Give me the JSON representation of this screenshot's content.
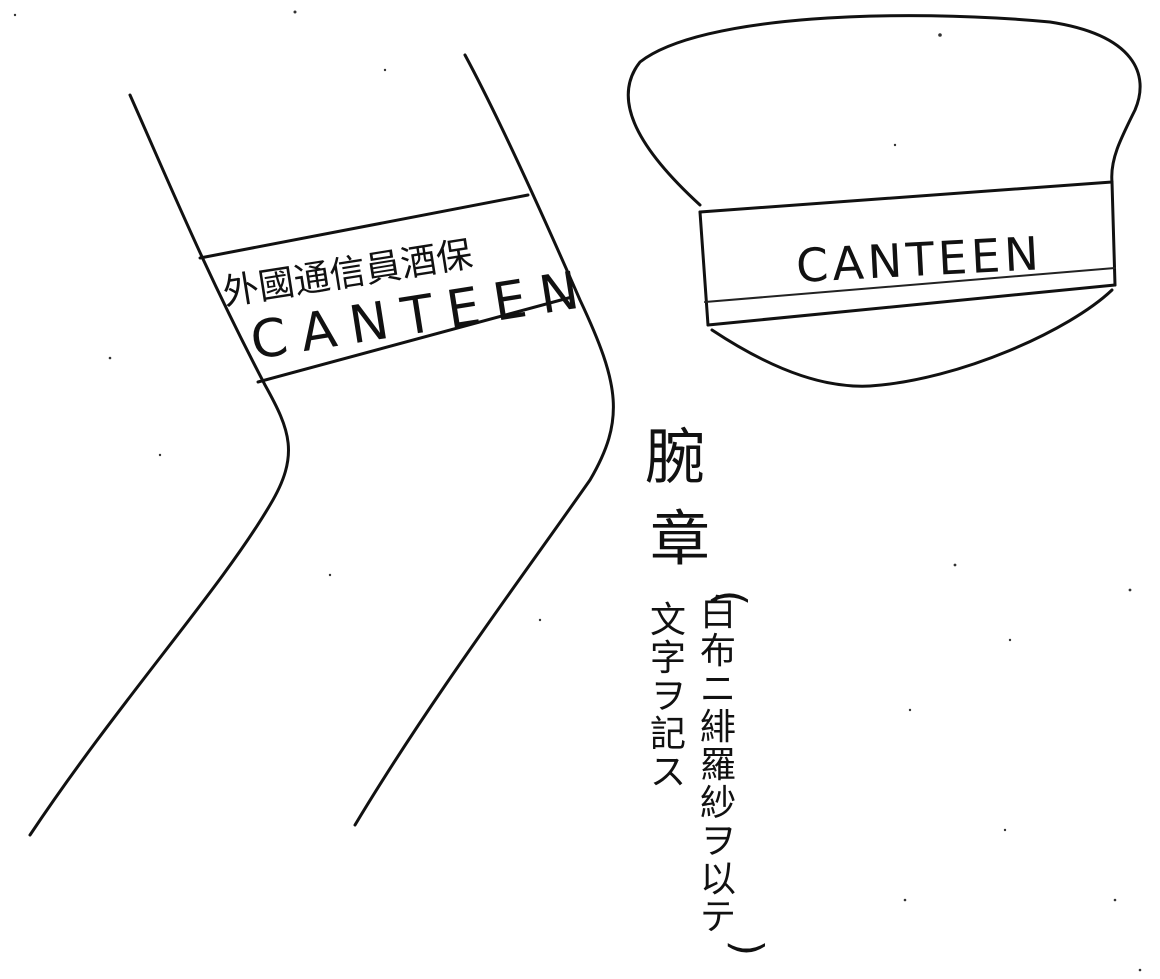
{
  "armband": {
    "unit_line": "外國通信員酒保",
    "label": "CANTEEN"
  },
  "cap": {
    "label": "CANTEEN"
  },
  "caption": {
    "title": "腕章",
    "open_paren": "(",
    "note_line_1": "白布ニ緋羅紗ヲ以テ",
    "note_line_2": "文字ヲ記ス",
    "close_paren": ")"
  },
  "colors": {
    "paper": "#ffffff",
    "ink": "#111111"
  }
}
